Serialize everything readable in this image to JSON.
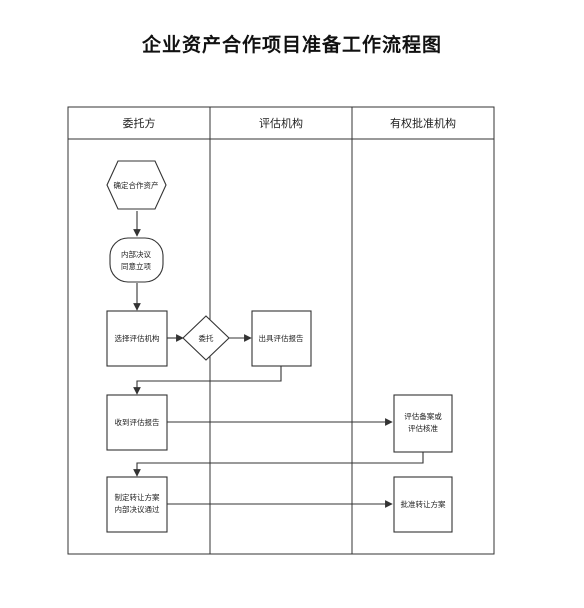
{
  "title": "企业资产合作项目准备工作流程图",
  "lanes": [
    {
      "label": "委托方"
    },
    {
      "label": "评估机构"
    },
    {
      "label": "有权批准机构"
    }
  ],
  "nodes": {
    "confirm_asset": {
      "shape": "hexagon",
      "lines": [
        "确定合作资产"
      ]
    },
    "internal_resolution": {
      "shape": "terminal",
      "lines": [
        "内部决议",
        "同意立项"
      ]
    },
    "select_agency": {
      "shape": "process",
      "lines": [
        "选择评估机构"
      ]
    },
    "entrust": {
      "shape": "decision",
      "lines": [
        "委托"
      ]
    },
    "issue_report": {
      "shape": "process",
      "lines": [
        "出具评估报告"
      ]
    },
    "receive_report": {
      "shape": "process",
      "lines": [
        "收到评估报告"
      ]
    },
    "record_approval": {
      "shape": "process",
      "lines": [
        "评估备案或",
        "评估核准"
      ]
    },
    "draft_plan": {
      "shape": "process",
      "lines": [
        "制定转让方案",
        "内部决议通过"
      ]
    },
    "approve_plan": {
      "shape": "process",
      "lines": [
        "批准转让方案"
      ]
    }
  },
  "colors": {
    "stroke": "#333333",
    "background": "#ffffff",
    "text": "#222222"
  }
}
